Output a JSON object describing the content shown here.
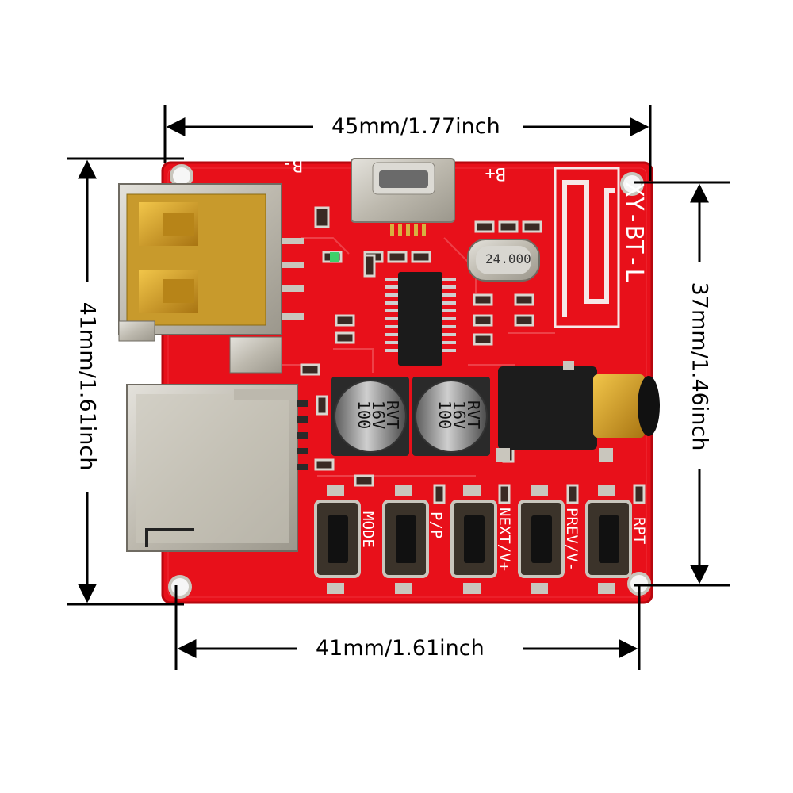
{
  "dimensions": {
    "top_width": "45mm/1.77inch",
    "bottom_width": "41mm/1.61inch",
    "left_height": "41mm/1.61inch",
    "right_height": "37mm/1.46inch"
  },
  "board": {
    "model": "XY-BT-L",
    "battery_minus": "B-",
    "battery_plus": "B+",
    "crystal": "24.000",
    "capacitor_1": [
      "100",
      "16V",
      "RVT"
    ],
    "capacitor_2": [
      "100",
      "16V",
      "RVT"
    ],
    "buttons": [
      "MODE",
      "P/P",
      "NEXT/V+",
      "PREV/V-",
      "RPT"
    ]
  },
  "colors": {
    "pcb": "#e8101a",
    "pcb_edge": "#c20812",
    "silkscreen": "#ffffff",
    "metal": "#c9c6bd",
    "gold": "#d7a21e",
    "chip": "#1b1b1b"
  }
}
